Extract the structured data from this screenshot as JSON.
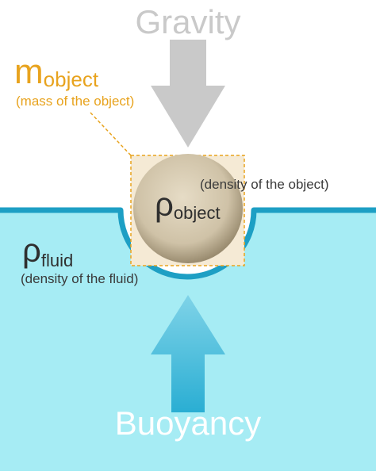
{
  "labels": {
    "gravity": "Gravity",
    "buoyancy": "Buoyancy",
    "mass_symbol": "m",
    "mass_subscript": "object",
    "mass_description": "(mass of the object)",
    "object_density_symbol": "ρ",
    "object_density_subscript": "object",
    "object_density_description": "(density of the object)",
    "fluid_density_symbol": "ρ",
    "fluid_density_subscript": "fluid",
    "fluid_density_description": "(density of the fluid)"
  },
  "colors": {
    "fluid": "#a6ecf4",
    "fluid_surface": "#1d9fc4",
    "gravity_arrow": "#c9c9c9",
    "buoyancy_arrow": "#33b4d6",
    "mass_label": "#e8a31e",
    "object_sphere": "#c8baa0",
    "object_box": "#f5ead5",
    "text_dark": "#3a3a3a"
  },
  "icons": {
    "gravity_arrow": "arrow-down-icon",
    "buoyancy_arrow": "arrow-up-icon"
  }
}
